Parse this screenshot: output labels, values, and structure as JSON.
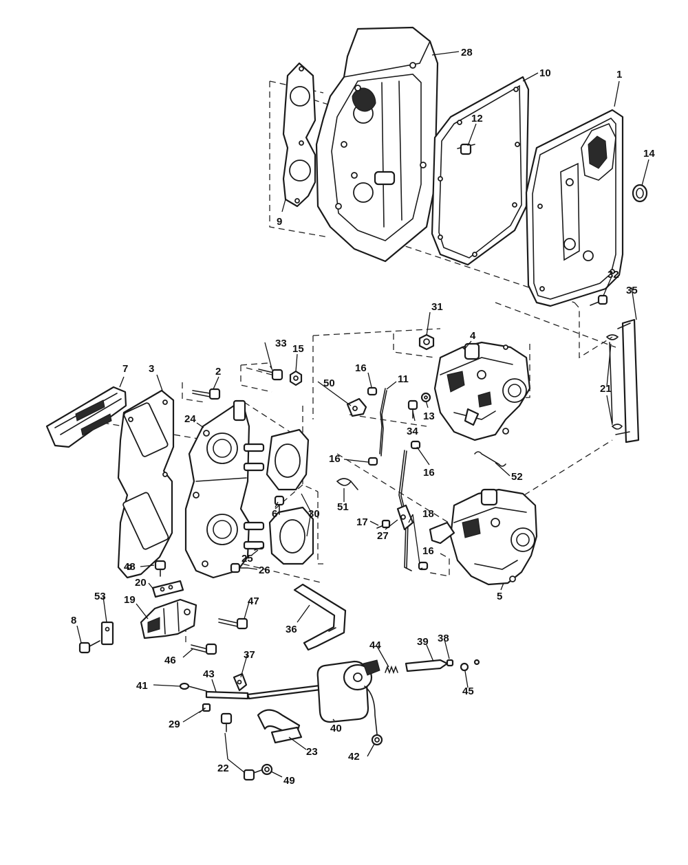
{
  "diagram": {
    "callouts": [
      {
        "id": "c1",
        "label": "1"
      },
      {
        "id": "c2",
        "label": "2"
      },
      {
        "id": "c3",
        "label": "3"
      },
      {
        "id": "c4",
        "label": "4"
      },
      {
        "id": "c5",
        "label": "5"
      },
      {
        "id": "c6",
        "label": "6"
      },
      {
        "id": "c7",
        "label": "7"
      },
      {
        "id": "c8",
        "label": "8"
      },
      {
        "id": "c9",
        "label": "9"
      },
      {
        "id": "c10",
        "label": "10"
      },
      {
        "id": "c11",
        "label": "11"
      },
      {
        "id": "c12",
        "label": "12"
      },
      {
        "id": "c13",
        "label": "13"
      },
      {
        "id": "c14",
        "label": "14"
      },
      {
        "id": "c15",
        "label": "15"
      },
      {
        "id": "c16a",
        "label": "16"
      },
      {
        "id": "c16b",
        "label": "16"
      },
      {
        "id": "c16c",
        "label": "16"
      },
      {
        "id": "c16d",
        "label": "16"
      },
      {
        "id": "c17",
        "label": "17"
      },
      {
        "id": "c18",
        "label": "18"
      },
      {
        "id": "c19",
        "label": "19"
      },
      {
        "id": "c20",
        "label": "20"
      },
      {
        "id": "c21",
        "label": "21"
      },
      {
        "id": "c22",
        "label": "22"
      },
      {
        "id": "c23",
        "label": "23"
      },
      {
        "id": "c24",
        "label": "24"
      },
      {
        "id": "c25",
        "label": "25"
      },
      {
        "id": "c26",
        "label": "26"
      },
      {
        "id": "c27",
        "label": "27"
      },
      {
        "id": "c28",
        "label": "28"
      },
      {
        "id": "c29",
        "label": "29"
      },
      {
        "id": "c30",
        "label": "30"
      },
      {
        "id": "c31",
        "label": "31"
      },
      {
        "id": "c32",
        "label": "32"
      },
      {
        "id": "c33",
        "label": "33"
      },
      {
        "id": "c34",
        "label": "34"
      },
      {
        "id": "c35",
        "label": "35"
      },
      {
        "id": "c36",
        "label": "36"
      },
      {
        "id": "c37",
        "label": "37"
      },
      {
        "id": "c38",
        "label": "38"
      },
      {
        "id": "c39",
        "label": "39"
      },
      {
        "id": "c40",
        "label": "40"
      },
      {
        "id": "c41",
        "label": "41"
      },
      {
        "id": "c42",
        "label": "42"
      },
      {
        "id": "c43",
        "label": "43"
      },
      {
        "id": "c44",
        "label": "44"
      },
      {
        "id": "c45",
        "label": "45"
      },
      {
        "id": "c46",
        "label": "46"
      },
      {
        "id": "c47",
        "label": "47"
      },
      {
        "id": "c48",
        "label": "48"
      },
      {
        "id": "c49",
        "label": "49"
      },
      {
        "id": "c50",
        "label": "50"
      },
      {
        "id": "c51",
        "label": "51"
      },
      {
        "id": "c52",
        "label": "52"
      },
      {
        "id": "c53",
        "label": "53"
      }
    ]
  }
}
